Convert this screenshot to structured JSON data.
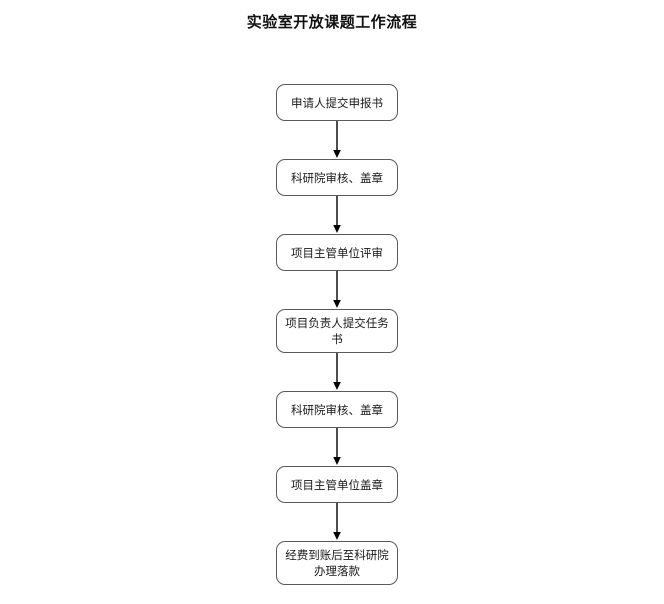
{
  "title": "实验室开放课题工作流程",
  "diagram": {
    "type": "flowchart",
    "orientation": "vertical",
    "node_shape": "rounded-rectangle",
    "colors": {
      "background": "#ffffff",
      "node_border": "#5a5a5a",
      "node_fill": "#ffffff",
      "text": "#1a1a1a",
      "connector": "#000000"
    },
    "nodes": [
      {
        "id": "step-1",
        "label": "申请人提交申报书",
        "lines": 1
      },
      {
        "id": "step-2",
        "label": "科研院审核、盖章",
        "lines": 1
      },
      {
        "id": "step-3",
        "label": "项目主管单位评审",
        "lines": 1
      },
      {
        "id": "step-4",
        "label": "项目负责人提交任务\n书",
        "lines": 2
      },
      {
        "id": "step-5",
        "label": "科研院审核、盖章",
        "lines": 1
      },
      {
        "id": "step-6",
        "label": "项目主管单位盖章",
        "lines": 1
      },
      {
        "id": "step-7",
        "label": "经费到账后至科研院\n办理落款",
        "lines": 2
      }
    ],
    "connectors": [
      {
        "from": "step-1",
        "to": "step-2",
        "arrow": "down"
      },
      {
        "from": "step-2",
        "to": "step-3",
        "arrow": "down"
      },
      {
        "from": "step-3",
        "to": "step-4",
        "arrow": "down"
      },
      {
        "from": "step-4",
        "to": "step-5",
        "arrow": "down"
      },
      {
        "from": "step-5",
        "to": "step-6",
        "arrow": "down"
      },
      {
        "from": "step-6",
        "to": "step-7",
        "arrow": "down"
      }
    ]
  }
}
